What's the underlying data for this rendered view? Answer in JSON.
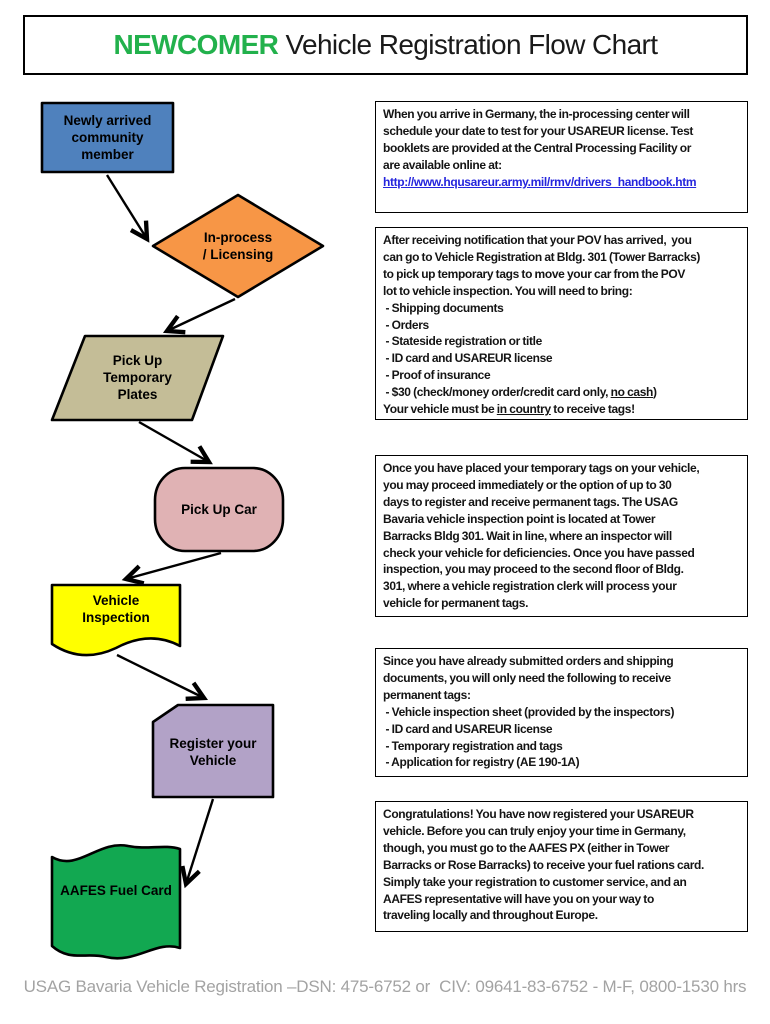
{
  "title": {
    "highlight": "NEWCOMER",
    "rest": " Vehicle Registration Flow Chart",
    "highlight_color": "#22B14C"
  },
  "flowchart": {
    "nodes": [
      {
        "label": "Newly arrived\ncommunity\nmember",
        "shape": "rectangle",
        "color": "#4F81BD"
      },
      {
        "label": "In-process\n/ Licensing",
        "shape": "diamond",
        "color": "#F79646"
      },
      {
        "label": "Pick Up\nTemporary\nPlates",
        "shape": "parallelogram",
        "color": "#C4BD97"
      },
      {
        "label": "Pick Up Car",
        "shape": "rounded-rectangle",
        "color": "#E0B2B4"
      },
      {
        "label": "Vehicle\nInspection",
        "shape": "document",
        "color": "#FFFF00"
      },
      {
        "label": "Register your\nVehicle",
        "shape": "card",
        "color": "#B2A2C7"
      },
      {
        "label": "AAFES Fuel Card",
        "shape": "flag",
        "color": "#12A851"
      }
    ]
  },
  "info_boxes": {
    "box1": {
      "text": "When you arrive in Germany, the in-processing center will\nschedule your date to test for your USAREUR license. Test\nbooklets are provided at the Central Processing Facility or\nare available online at:\n",
      "link": "http://www.hqusareur.army.mil/rmv/drivers_handbook.htm"
    },
    "box2": {
      "part1": "After receiving notification that your POV has arrived,  you\ncan go to Vehicle Registration at Bldg. 301 (Tower Barracks)\nto pick up temporary tags to move your car from the POV\nlot to vehicle inspection. You will need to bring:\n - Shipping documents\n - Orders\n - Stateside registration or title\n - ID card and USAREUR license\n - Proof of insurance\n - $30 (check/money order/credit card only, ",
      "underline1": "no cash",
      "part2": ")\nYour vehicle must be ",
      "underline2": "in country",
      "part3": " to receive tags!"
    },
    "box3": {
      "text": "Once you have placed your temporary tags on your vehicle,\nyou may proceed immediately or the option of up to 30\ndays to register and receive permanent tags. The USAG\nBavaria vehicle inspection point is located at Tower\nBarracks Bldg 301. Wait in line, where an inspector will\ncheck your vehicle for deficiencies. Once you have passed\ninspection, you may proceed to the second floor of Bldg.\n301, where a vehicle registration clerk will process your\nvehicle for permanent tags."
    },
    "box4": {
      "text": "Since you have already submitted orders and shipping\ndocuments, you will only need the following to receive\npermanent tags:\n - Vehicle inspection sheet (provided by the inspectors)\n - ID card and USAREUR license\n - Temporary registration and tags\n - Application for registry (AE 190-1A)"
    },
    "box5": {
      "text": "Congratulations! You have now registered your USAREUR\nvehicle. Before you can truly enjoy your time in Germany,\nthough, you must go to the AAFES PX (either in Tower\nBarracks or Rose Barracks) to receive your fuel rations card.\nSimply take your registration to customer service, and an\nAAFES representative will have you on your way to\ntraveling locally and throughout Europe."
    }
  },
  "footer": {
    "text": "USAG Bavaria Vehicle Registration –DSN: 475-6752 or  CIV: 09641-83-6752 - M-F, 0800-1530 hrs"
  }
}
